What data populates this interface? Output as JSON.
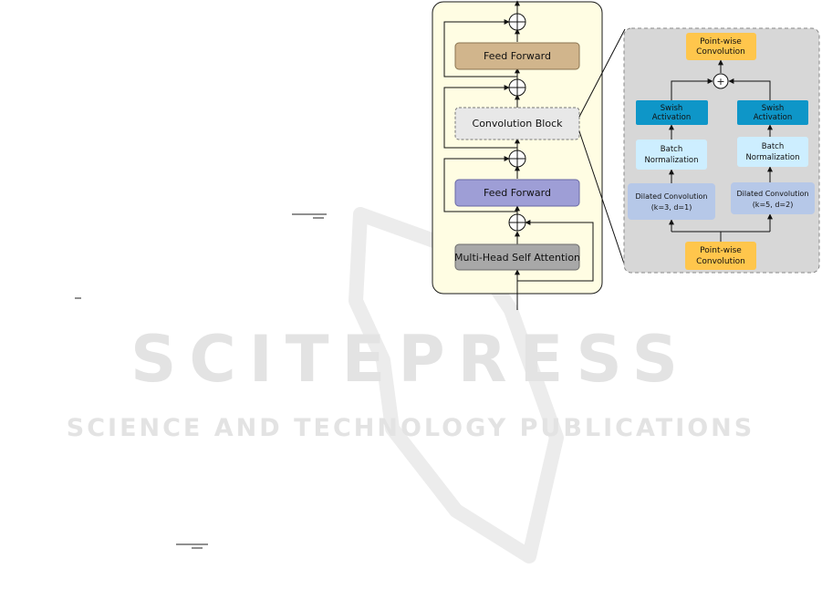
{
  "watermark": {
    "title": "SCITEPRESS",
    "subtitle": "SCIENCE AND TECHNOLOGY PUBLICATIONS",
    "color": "#e3e3e3"
  },
  "main_block": {
    "background": "#fffde3",
    "border": "#1a1a1a",
    "blocks": {
      "feed_forward_top": {
        "label": "Feed Forward",
        "fill": "#d1b58c"
      },
      "convolution_block": {
        "label": "Convolution Block",
        "fill": "#e8e8e8"
      },
      "feed_forward_bottom": {
        "label": "Feed Forward",
        "fill": "#9e9ed6"
      },
      "mhsa": {
        "label": "Multi-Head Self Attention",
        "fill": "#a8a8a8"
      }
    }
  },
  "conv_detail": {
    "background": "#d7d7d7",
    "pw_top": {
      "line1": "Point-wise",
      "line2": "Convolution",
      "fill": "#ffc64c"
    },
    "pw_bottom": {
      "line1": "Point-wise",
      "line2": "Convolution",
      "fill": "#ffc64c"
    },
    "left_branch": {
      "swish": {
        "line1": "Swish",
        "line2": "Activation",
        "fill": "#0e96c8"
      },
      "batchnorm": {
        "line1": "Batch",
        "line2": "Normalization",
        "fill": "#cdeeff"
      },
      "dilated": {
        "line1": "Dilated Convolution",
        "line2": "(k=3, d=1)",
        "fill": "#b6c8e8"
      }
    },
    "right_branch": {
      "swish": {
        "line1": "Swish",
        "line2": "Activation",
        "fill": "#0e96c8"
      },
      "batchnorm": {
        "line1": "Batch",
        "line2": "Normalization",
        "fill": "#cdeeff"
      },
      "dilated": {
        "line1": "Dilated Convolution",
        "line2": "(k=5, d=2)",
        "fill": "#b6c8e8"
      }
    },
    "sum_symbol": "+"
  },
  "icons": {
    "residual_add": "circled-plus-icon",
    "arrow": "arrowhead-icon"
  }
}
